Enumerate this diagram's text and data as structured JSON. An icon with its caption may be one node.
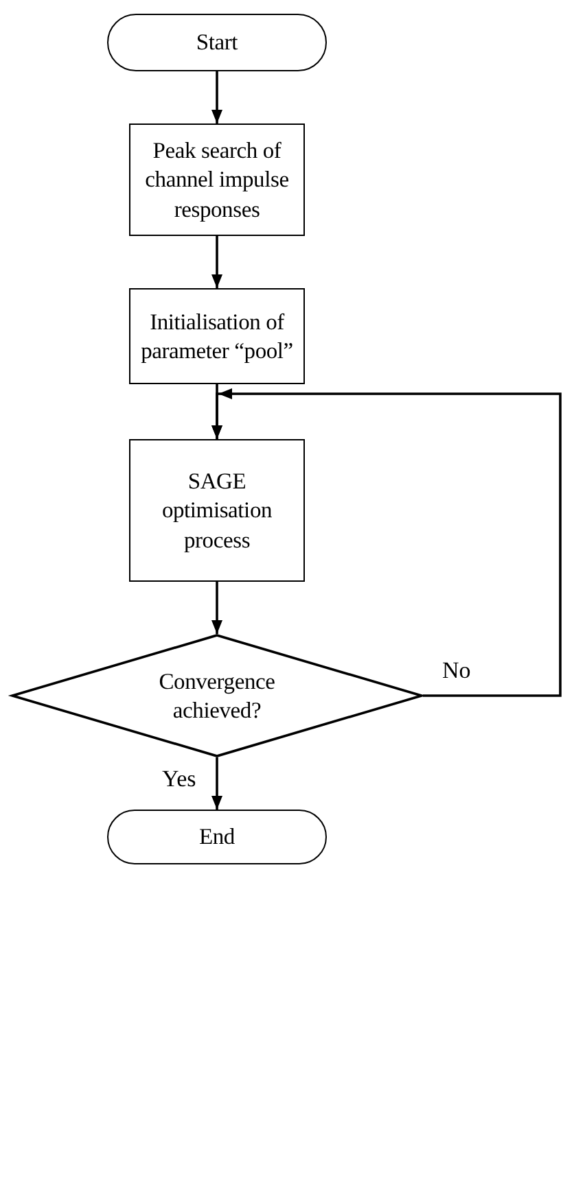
{
  "diagram": {
    "nodes": [
      {
        "text": [
          "Start"
        ]
      },
      {
        "text": [
          "Peak search of channel impulse responses"
        ]
      },
      {
        "text": [
          "Initialisation of parameter “pool”"
        ]
      },
      {
        "text": [
          "SAGE optimisation process"
        ]
      },
      {
        "text": [
          "Convergence achieved?"
        ]
      },
      {
        "text": [
          "End"
        ]
      }
    ],
    "edges": [
      {
        "from": 0,
        "to": 1,
        "arrow": "to"
      },
      {
        "from": 1,
        "to": 2,
        "arrow": "to"
      },
      {
        "from": 2,
        "to": 3,
        "arrow": "to"
      },
      {
        "from": 3,
        "to": 4,
        "arrow": "to"
      },
      {
        "from": 4,
        "to": 3,
        "arrow": "to",
        "label": "No"
      },
      {
        "from": 4,
        "to": 5,
        "arrow": "to",
        "label": "Yes"
      }
    ]
  }
}
